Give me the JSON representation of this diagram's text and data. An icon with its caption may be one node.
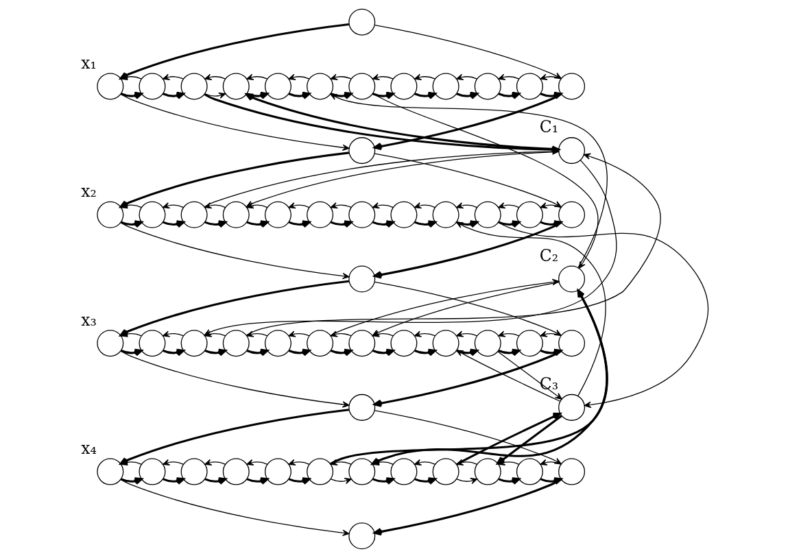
{
  "diagram": {
    "nodes": [
      {
        "text": [],
        "shape": "circle"
      },
      {
        "text": [],
        "shape": "circle",
        "beside": [
          "x₁"
        ]
      },
      {
        "text": [],
        "shape": "circle"
      },
      {
        "text": [],
        "shape": "circle"
      },
      {
        "text": [],
        "shape": "circle"
      },
      {
        "text": [],
        "shape": "circle"
      },
      {
        "text": [],
        "shape": "circle"
      },
      {
        "text": [],
        "shape": "circle"
      },
      {
        "text": [],
        "shape": "circle"
      },
      {
        "text": [],
        "shape": "circle"
      },
      {
        "text": [],
        "shape": "circle"
      },
      {
        "text": [],
        "shape": "circle"
      },
      {
        "text": [],
        "shape": "circle"
      },
      {
        "text": [],
        "shape": "circle"
      },
      {
        "text": [],
        "shape": "circle",
        "beside": [
          "C₁"
        ]
      },
      {
        "text": [],
        "shape": "circle",
        "beside": [
          "x₂"
        ]
      },
      {
        "text": [],
        "shape": "circle"
      },
      {
        "text": [],
        "shape": "circle"
      },
      {
        "text": [],
        "shape": "circle"
      },
      {
        "text": [],
        "shape": "circle"
      },
      {
        "text": [],
        "shape": "circle"
      },
      {
        "text": [],
        "shape": "circle"
      },
      {
        "text": [],
        "shape": "circle"
      },
      {
        "text": [],
        "shape": "circle"
      },
      {
        "text": [],
        "shape": "circle"
      },
      {
        "text": [],
        "shape": "circle"
      },
      {
        "text": [],
        "shape": "circle"
      },
      {
        "text": [],
        "shape": "circle"
      },
      {
        "text": [],
        "shape": "circle",
        "beside": [
          "C₂"
        ]
      },
      {
        "text": [],
        "shape": "circle",
        "beside": [
          "x₃"
        ]
      },
      {
        "text": [],
        "shape": "circle"
      },
      {
        "text": [],
        "shape": "circle"
      },
      {
        "text": [],
        "shape": "circle"
      },
      {
        "text": [],
        "shape": "circle"
      },
      {
        "text": [],
        "shape": "circle"
      },
      {
        "text": [],
        "shape": "circle"
      },
      {
        "text": [],
        "shape": "circle"
      },
      {
        "text": [],
        "shape": "circle"
      },
      {
        "text": [],
        "shape": "circle"
      },
      {
        "text": [],
        "shape": "circle"
      },
      {
        "text": [],
        "shape": "circle"
      },
      {
        "text": [],
        "shape": "circle"
      },
      {
        "text": [],
        "shape": "circle",
        "beside": [
          "C₃"
        ]
      },
      {
        "text": [],
        "shape": "circle",
        "beside": [
          "x₄"
        ]
      },
      {
        "text": [],
        "shape": "circle"
      },
      {
        "text": [],
        "shape": "circle"
      },
      {
        "text": [],
        "shape": "circle"
      },
      {
        "text": [],
        "shape": "circle"
      },
      {
        "text": [],
        "shape": "circle"
      },
      {
        "text": [],
        "shape": "circle"
      },
      {
        "text": [],
        "shape": "circle"
      },
      {
        "text": [],
        "shape": "circle"
      },
      {
        "text": [],
        "shape": "circle"
      },
      {
        "text": [],
        "shape": "circle"
      },
      {
        "text": [],
        "shape": "circle"
      },
      {
        "text": [],
        "shape": "circle"
      }
    ],
    "edges": [
      {
        "from": 1,
        "to": 2,
        "arrow": "to",
        "style": "thick"
      },
      {
        "from": 2,
        "to": 1,
        "arrow": "to"
      },
      {
        "from": 2,
        "to": 3,
        "arrow": "to",
        "style": "thick"
      },
      {
        "from": 3,
        "to": 2,
        "arrow": "to"
      },
      {
        "from": 3,
        "to": 4,
        "arrow": "to"
      },
      {
        "from": 4,
        "to": 3,
        "arrow": "to"
      },
      {
        "from": 4,
        "to": 5,
        "arrow": "to",
        "style": "thick"
      },
      {
        "from": 5,
        "to": 4,
        "arrow": "to"
      },
      {
        "from": 5,
        "to": 6,
        "arrow": "to",
        "style": "thick"
      },
      {
        "from": 6,
        "to": 5,
        "arrow": "to"
      },
      {
        "from": 6,
        "to": 7,
        "arrow": "to",
        "style": "thick"
      },
      {
        "from": 7,
        "to": 6,
        "arrow": "to"
      },
      {
        "from": 7,
        "to": 8,
        "arrow": "to",
        "style": "thick"
      },
      {
        "from": 8,
        "to": 7,
        "arrow": "to"
      },
      {
        "from": 8,
        "to": 9,
        "arrow": "to",
        "style": "thick"
      },
      {
        "from": 9,
        "to": 8,
        "arrow": "to"
      },
      {
        "from": 9,
        "to": 10,
        "arrow": "to",
        "style": "thick"
      },
      {
        "from": 10,
        "to": 9,
        "arrow": "to"
      },
      {
        "from": 10,
        "to": 11,
        "arrow": "to",
        "style": "thick"
      },
      {
        "from": 11,
        "to": 10,
        "arrow": "to"
      },
      {
        "from": 11,
        "to": 12,
        "arrow": "to",
        "style": "thick"
      },
      {
        "from": 12,
        "to": 11,
        "arrow": "to"
      },
      {
        "from": 15,
        "to": 16,
        "arrow": "to",
        "style": "thick"
      },
      {
        "from": 16,
        "to": 15,
        "arrow": "to"
      },
      {
        "from": 16,
        "to": 17,
        "arrow": "to",
        "style": "thick"
      },
      {
        "from": 17,
        "to": 16,
        "arrow": "to"
      },
      {
        "from": 17,
        "to": 18,
        "arrow": "to",
        "style": "thick"
      },
      {
        "from": 18,
        "to": 17,
        "arrow": "to"
      },
      {
        "from": 18,
        "to": 19,
        "arrow": "to",
        "style": "thick"
      },
      {
        "from": 19,
        "to": 18,
        "arrow": "to"
      },
      {
        "from": 19,
        "to": 20,
        "arrow": "to",
        "style": "thick"
      },
      {
        "from": 20,
        "to": 19,
        "arrow": "to"
      },
      {
        "from": 20,
        "to": 21,
        "arrow": "to",
        "style": "thick"
      },
      {
        "from": 21,
        "to": 20,
        "arrow": "to"
      },
      {
        "from": 21,
        "to": 22,
        "arrow": "to",
        "style": "thick"
      },
      {
        "from": 22,
        "to": 21,
        "arrow": "to"
      },
      {
        "from": 22,
        "to": 23,
        "arrow": "to",
        "style": "thick"
      },
      {
        "from": 23,
        "to": 22,
        "arrow": "to"
      },
      {
        "from": 23,
        "to": 24,
        "arrow": "to",
        "style": "thick"
      },
      {
        "from": 24,
        "to": 23,
        "arrow": "to"
      },
      {
        "from": 24,
        "to": 25,
        "arrow": "to",
        "style": "thick"
      },
      {
        "from": 25,
        "to": 24,
        "arrow": "to"
      },
      {
        "from": 25,
        "to": 26,
        "arrow": "to",
        "style": "thick"
      },
      {
        "from": 26,
        "to": 25,
        "arrow": "to"
      },
      {
        "from": 29,
        "to": 30,
        "arrow": "to",
        "style": "thick"
      },
      {
        "from": 30,
        "to": 29,
        "arrow": "to"
      },
      {
        "from": 30,
        "to": 31,
        "arrow": "to",
        "style": "thick"
      },
      {
        "from": 31,
        "to": 30,
        "arrow": "to"
      },
      {
        "from": 31,
        "to": 32,
        "arrow": "to",
        "style": "thick"
      },
      {
        "from": 32,
        "to": 31,
        "arrow": "to"
      },
      {
        "from": 32,
        "to": 33,
        "arrow": "to",
        "style": "thick"
      },
      {
        "from": 33,
        "to": 32,
        "arrow": "to"
      },
      {
        "from": 33,
        "to": 34,
        "arrow": "to",
        "style": "thick"
      },
      {
        "from": 34,
        "to": 33,
        "arrow": "to"
      },
      {
        "from": 34,
        "to": 35,
        "arrow": "to",
        "style": "thick"
      },
      {
        "from": 35,
        "to": 34,
        "arrow": "to"
      },
      {
        "from": 35,
        "to": 36,
        "arrow": "to",
        "style": "thick"
      },
      {
        "from": 36,
        "to": 35,
        "arrow": "to"
      },
      {
        "from": 36,
        "to": 37,
        "arrow": "to",
        "style": "thick"
      },
      {
        "from": 37,
        "to": 36,
        "arrow": "to"
      },
      {
        "from": 37,
        "to": 38,
        "arrow": "to",
        "style": "thick"
      },
      {
        "from": 38,
        "to": 37,
        "arrow": "to"
      },
      {
        "from": 38,
        "to": 39,
        "arrow": "to",
        "style": "thick"
      },
      {
        "from": 39,
        "to": 38,
        "arrow": "to"
      },
      {
        "from": 39,
        "to": 40,
        "arrow": "to",
        "style": "thick"
      },
      {
        "from": 40,
        "to": 39,
        "arrow": "to"
      },
      {
        "from": 43,
        "to": 44,
        "arrow": "to",
        "style": "thick"
      },
      {
        "from": 44,
        "to": 43,
        "arrow": "to"
      },
      {
        "from": 44,
        "to": 45,
        "arrow": "to",
        "style": "thick"
      },
      {
        "from": 45,
        "to": 44,
        "arrow": "to"
      },
      {
        "from": 45,
        "to": 46,
        "arrow": "to",
        "style": "thick"
      },
      {
        "from": 46,
        "to": 45,
        "arrow": "to"
      },
      {
        "from": 46,
        "to": 47,
        "arrow": "to",
        "style": "thick"
      },
      {
        "from": 47,
        "to": 46,
        "arrow": "to"
      },
      {
        "from": 47,
        "to": 48,
        "arrow": "to",
        "style": "thick"
      },
      {
        "from": 48,
        "to": 47,
        "arrow": "to"
      },
      {
        "from": 48,
        "to": 49,
        "arrow": "to"
      },
      {
        "from": 49,
        "to": 48,
        "arrow": "to"
      },
      {
        "from": 49,
        "to": 50,
        "arrow": "to",
        "style": "thick"
      },
      {
        "from": 50,
        "to": 49,
        "arrow": "to"
      },
      {
        "from": 50,
        "to": 51,
        "arrow": "to",
        "style": "thick"
      },
      {
        "from": 51,
        "to": 50,
        "arrow": "to"
      },
      {
        "from": 51,
        "to": 52,
        "arrow": "to"
      },
      {
        "from": 52,
        "to": 51,
        "arrow": "to"
      },
      {
        "from": 52,
        "to": 53,
        "arrow": "to",
        "style": "thick"
      },
      {
        "from": 53,
        "to": 52,
        "arrow": "to"
      },
      {
        "from": 53,
        "to": 54,
        "arrow": "to",
        "style": "thick"
      },
      {
        "from": 54,
        "to": 53,
        "arrow": "to"
      },
      {
        "from": 0,
        "to": 1,
        "arrow": "to",
        "style": "thick"
      },
      {
        "from": 0,
        "to": 12,
        "arrow": "to"
      },
      {
        "from": 1,
        "to": 13,
        "arrow": "to"
      },
      {
        "from": 12,
        "to": 13,
        "arrow": "to",
        "style": "thick"
      },
      {
        "from": 13,
        "to": 15,
        "arrow": "to",
        "style": "thick"
      },
      {
        "from": 13,
        "to": 26,
        "arrow": "to"
      },
      {
        "from": 15,
        "to": 27,
        "arrow": "to"
      },
      {
        "from": 26,
        "to": 27,
        "arrow": "to",
        "style": "thick"
      },
      {
        "from": 27,
        "to": 29,
        "arrow": "to",
        "style": "thick"
      },
      {
        "from": 27,
        "to": 40,
        "arrow": "to"
      },
      {
        "from": 29,
        "to": 41,
        "arrow": "to"
      },
      {
        "from": 40,
        "to": 41,
        "arrow": "to",
        "style": "thick"
      },
      {
        "from": 41,
        "to": 43,
        "arrow": "to",
        "style": "thick"
      },
      {
        "from": 41,
        "to": 54,
        "arrow": "to"
      },
      {
        "from": 43,
        "to": 55,
        "arrow": "to"
      },
      {
        "from": 54,
        "to": 55,
        "arrow": "to",
        "style": "thick"
      },
      {
        "from": 3,
        "to": 14,
        "arrow": "to",
        "style": "thick"
      },
      {
        "from": 14,
        "to": 4,
        "arrow": "to",
        "style": "thick"
      },
      {
        "from": 7,
        "to": 28,
        "arrow": "to"
      },
      {
        "from": 28,
        "to": 6,
        "arrow": "to"
      },
      {
        "from": 17,
        "to": 14,
        "arrow": "to"
      },
      {
        "from": 14,
        "to": 18,
        "arrow": "to"
      },
      {
        "from": 24,
        "to": 42,
        "arrow": "to"
      },
      {
        "from": 42,
        "to": 23,
        "arrow": "to"
      },
      {
        "from": 32,
        "to": 14,
        "arrow": "to"
      },
      {
        "from": 14,
        "to": 31,
        "arrow": "to"
      },
      {
        "from": 34,
        "to": 28,
        "arrow": "to"
      },
      {
        "from": 28,
        "to": 35,
        "arrow": "to"
      },
      {
        "from": 38,
        "to": 42,
        "arrow": "to"
      },
      {
        "from": 42,
        "to": 37,
        "arrow": "to"
      },
      {
        "from": 48,
        "to": 28,
        "arrow": "to",
        "style": "thick"
      },
      {
        "from": 28,
        "to": 49,
        "arrow": "to",
        "style": "thick"
      },
      {
        "from": 51,
        "to": 42,
        "arrow": "to",
        "style": "thick"
      },
      {
        "from": 42,
        "to": 52,
        "arrow": "to",
        "style": "thick"
      }
    ]
  }
}
